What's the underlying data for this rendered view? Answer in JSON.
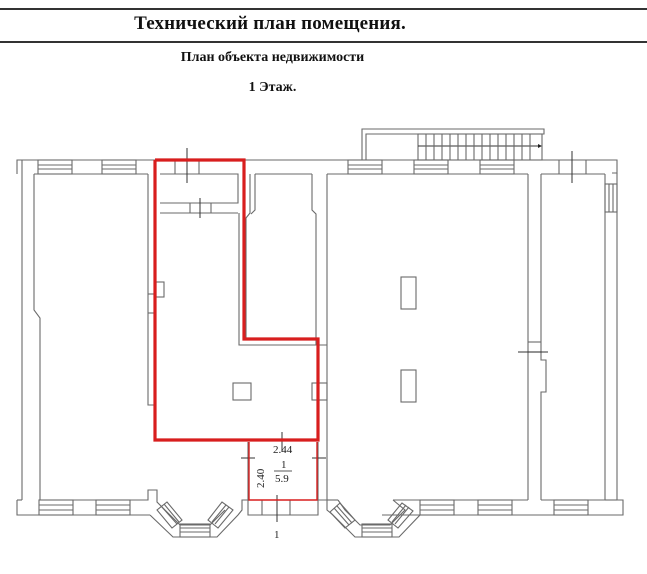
{
  "header": {
    "title": "Технический план помещения.",
    "subtitle": "План объекта недвижимости",
    "floor": "1 Этаж."
  },
  "plan": {
    "room": {
      "number": "1",
      "area": "5.9",
      "width_dim": "2.44",
      "height_dim": "2.40",
      "entrance_label": "1"
    },
    "colors": {
      "highlight": "#d81e1e",
      "walls": "#6a6a6a",
      "background": "#ffffff"
    }
  }
}
